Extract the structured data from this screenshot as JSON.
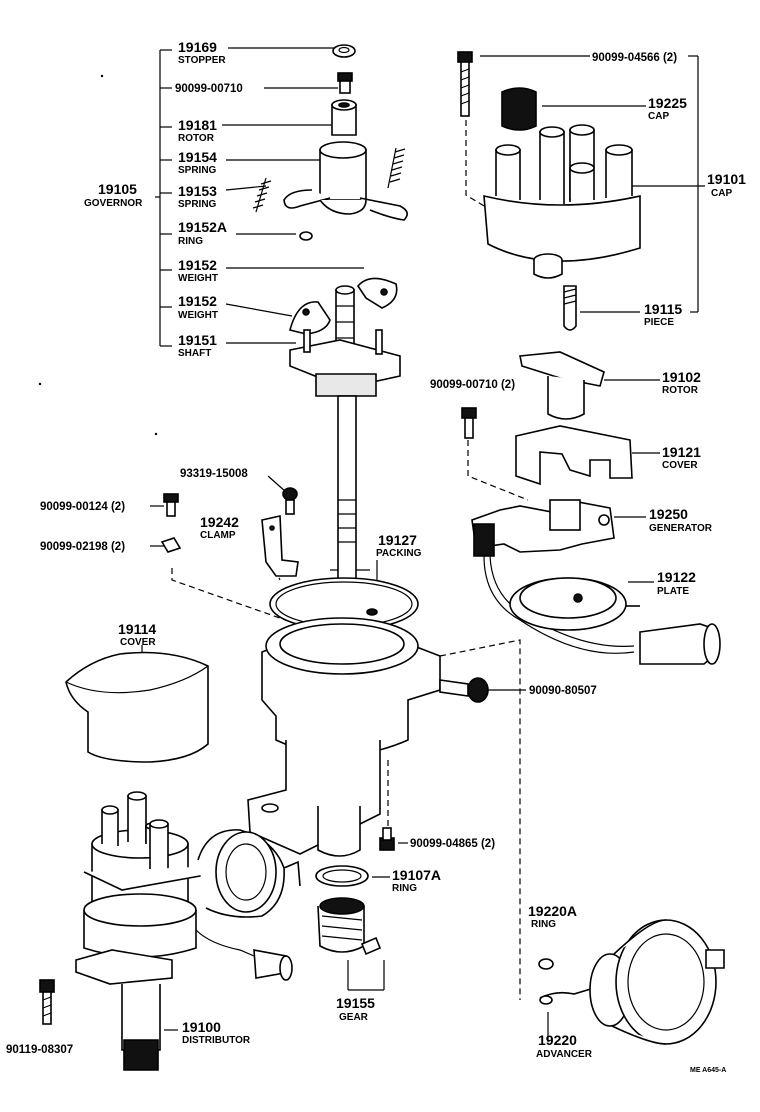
{
  "callouts": {
    "c19169": {
      "num": "19169",
      "name": "STOPPER"
    },
    "b90099_00710": {
      "part": "90099-00710"
    },
    "c19181": {
      "num": "19181",
      "name": "ROTOR"
    },
    "c19154": {
      "num": "19154",
      "name": "SPRING"
    },
    "c19105": {
      "num": "19105",
      "name": "GOVERNOR"
    },
    "c19153": {
      "num": "19153",
      "name": "SPRING"
    },
    "c19152A": {
      "num": "19152A",
      "name": "RING"
    },
    "c19152a": {
      "num": "19152",
      "name": "WEIGHT"
    },
    "c19152b": {
      "num": "19152",
      "name": "WEIGHT"
    },
    "c19151": {
      "num": "19151",
      "name": "SHAFT"
    },
    "b90099_04566": {
      "part": "90099-04566 (2)"
    },
    "c19225": {
      "num": "19225",
      "name": "CAP"
    },
    "c19101": {
      "num": "19101",
      "name": "CAP"
    },
    "c19115": {
      "num": "19115",
      "name": "PIECE"
    },
    "c19102": {
      "num": "19102",
      "name": "ROTOR"
    },
    "b90099_00710_2": {
      "part": "90099-00710 (2)"
    },
    "c19121": {
      "num": "19121",
      "name": "COVER"
    },
    "b93319_15008": {
      "part": "93319-15008"
    },
    "b90099_00124": {
      "part": "90099-00124 (2)"
    },
    "c19242": {
      "num": "19242",
      "name": "CLAMP"
    },
    "c19250": {
      "num": "19250",
      "name": "GENERATOR"
    },
    "c19127": {
      "num": "19127",
      "name": "PACKING"
    },
    "b90099_02198": {
      "part": "90099-02198 (2)"
    },
    "c19122": {
      "num": "19122",
      "name": "PLATE"
    },
    "c19114": {
      "num": "19114",
      "name": "COVER"
    },
    "b90090_80507": {
      "part": "90090-80507"
    },
    "b90099_04865": {
      "part": "90099-04865 (2)"
    },
    "c19107A": {
      "num": "19107A",
      "name": "RING"
    },
    "c19220A": {
      "num": "19220A",
      "name": "RING"
    },
    "c19155": {
      "num": "19155",
      "name": "GEAR"
    },
    "b90119_08307": {
      "part": "90119-08307"
    },
    "c19100": {
      "num": "19100",
      "name": "DISTRIBUTOR"
    },
    "c19220": {
      "num": "19220",
      "name": "ADVANCER"
    }
  },
  "drawing_code": "ME A645-A"
}
